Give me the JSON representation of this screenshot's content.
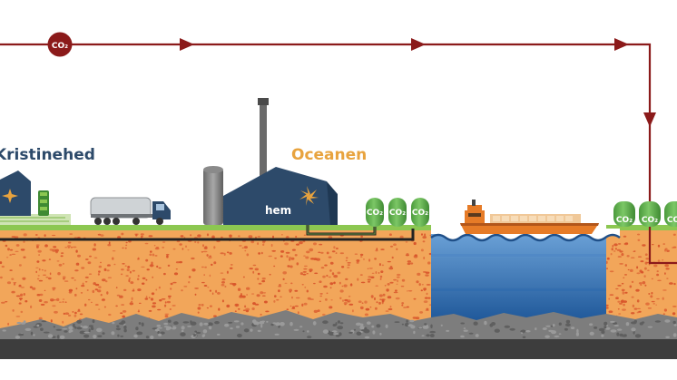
{
  "labels": {
    "site_left": "Kristinehed",
    "site_right": "Oceanen",
    "co2": "CO₂",
    "brand": "hem"
  },
  "colors": {
    "flow_line": "#8b1a1a",
    "soil": "#f2a65a",
    "soil_speckle": "#d8552b",
    "rock": "#7b7b7b",
    "bedrock": "#3d3d3d",
    "water_top": "#5b8fc8",
    "water_bottom": "#1f5aa0",
    "grass": "#8cc751",
    "tank": "#5aa84a",
    "building": "#2d4a6a",
    "title_left": "#2d4a6a",
    "title_right": "#e8a33e",
    "pipe": "#222222"
  }
}
